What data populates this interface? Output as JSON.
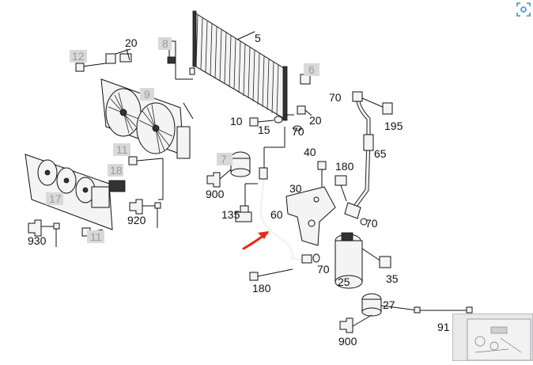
{
  "labels": {
    "n20a": "20",
    "n12": "12",
    "n8": "8",
    "n5": "5",
    "n6": "6",
    "n9": "9",
    "n70a": "70",
    "n195": "195",
    "n10": "10",
    "n15": "15",
    "n70b": "70",
    "n20b": "20",
    "n11a": "11",
    "n65": "65",
    "n7": "7",
    "n40": "40",
    "n180a": "180",
    "n18": "18",
    "n900a": "900",
    "n30": "30",
    "n17": "17",
    "n920": "920",
    "n135": "135",
    "n60": "60",
    "n70c": "70",
    "n930": "930",
    "n11b": "11",
    "n70d": "70",
    "n25": "25",
    "n35": "35",
    "n180b": "180",
    "n27": "27",
    "n91": "91",
    "n900b": "900"
  },
  "colors": {
    "arrow": "#e32b1a",
    "gray_label": "#9a9a9a",
    "scan_icon": "#3a8fd8"
  },
  "icons": {
    "scan": "scan-icon",
    "arrow": "red-arrow-icon"
  }
}
